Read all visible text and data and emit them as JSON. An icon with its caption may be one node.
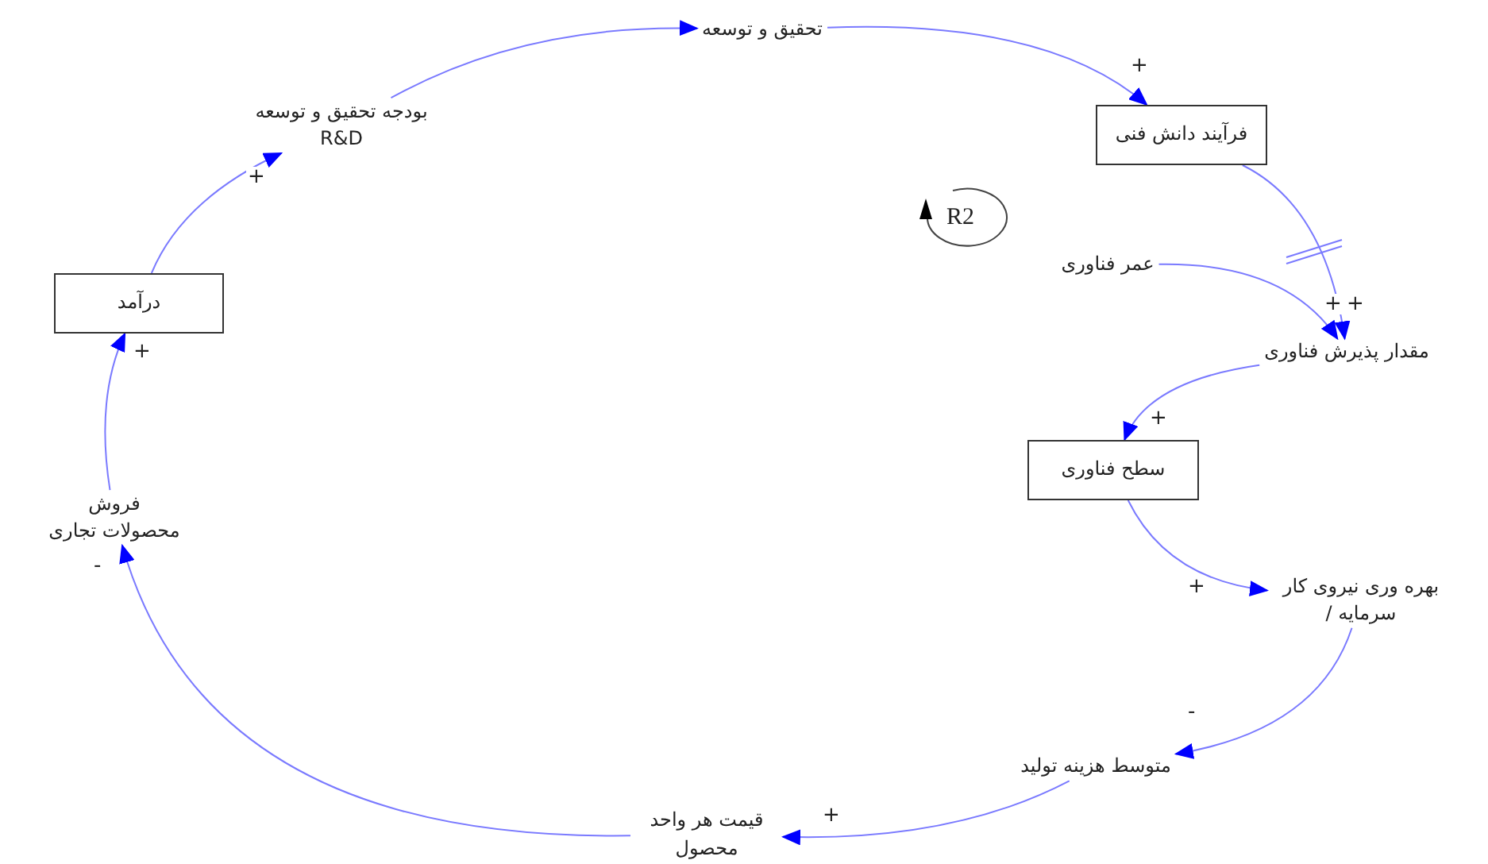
{
  "diagram": {
    "nodes": [
      {
        "text": [
          "تحقیق و توسعه"
        ]
      },
      {
        "text": [
          "فرآیند دانش فنی"
        ]
      },
      {
        "text": [
          "عمر فناوری"
        ]
      },
      {
        "text": [
          "مقدار پذیرش فناوری"
        ]
      },
      {
        "text": [
          "سطح فناوری"
        ]
      },
      {
        "text": [
          "بهره وری نیروی کار سرمایه /"
        ]
      },
      {
        "text": [
          "متوسط هزینه تولید"
        ]
      },
      {
        "text": [
          "قیمت هر واحد محصول"
        ]
      },
      {
        "text": [
          "فروش محصولات تجاری"
        ]
      },
      {
        "text": [
          "درآمد"
        ]
      },
      {
        "text": [
          "بودجه تحقیق و توسعه R&D"
        ]
      }
    ],
    "edges": [
      {
        "from": 10,
        "to": 0,
        "arrow": "to"
      },
      {
        "from": 0,
        "to": 1,
        "arrow": "to",
        "label": "+"
      },
      {
        "from": 1,
        "to": 3,
        "arrow": "to",
        "label": "+"
      },
      {
        "from": 2,
        "to": 3,
        "arrow": "to",
        "label": "+"
      },
      {
        "from": 3,
        "to": 4,
        "arrow": "to",
        "label": "+"
      },
      {
        "from": 4,
        "to": 5,
        "arrow": "to",
        "label": "+"
      },
      {
        "from": 5,
        "to": 6,
        "arrow": "to",
        "label": "-"
      },
      {
        "from": 6,
        "to": 7,
        "arrow": "to",
        "label": "+"
      },
      {
        "from": 7,
        "to": 8,
        "arrow": "to",
        "label": "-"
      },
      {
        "from": 8,
        "to": 9,
        "arrow": "to",
        "label": "+"
      },
      {
        "from": 9,
        "to": 10,
        "arrow": "to",
        "label": "+"
      }
    ],
    "labels": [
      "R2"
    ]
  }
}
